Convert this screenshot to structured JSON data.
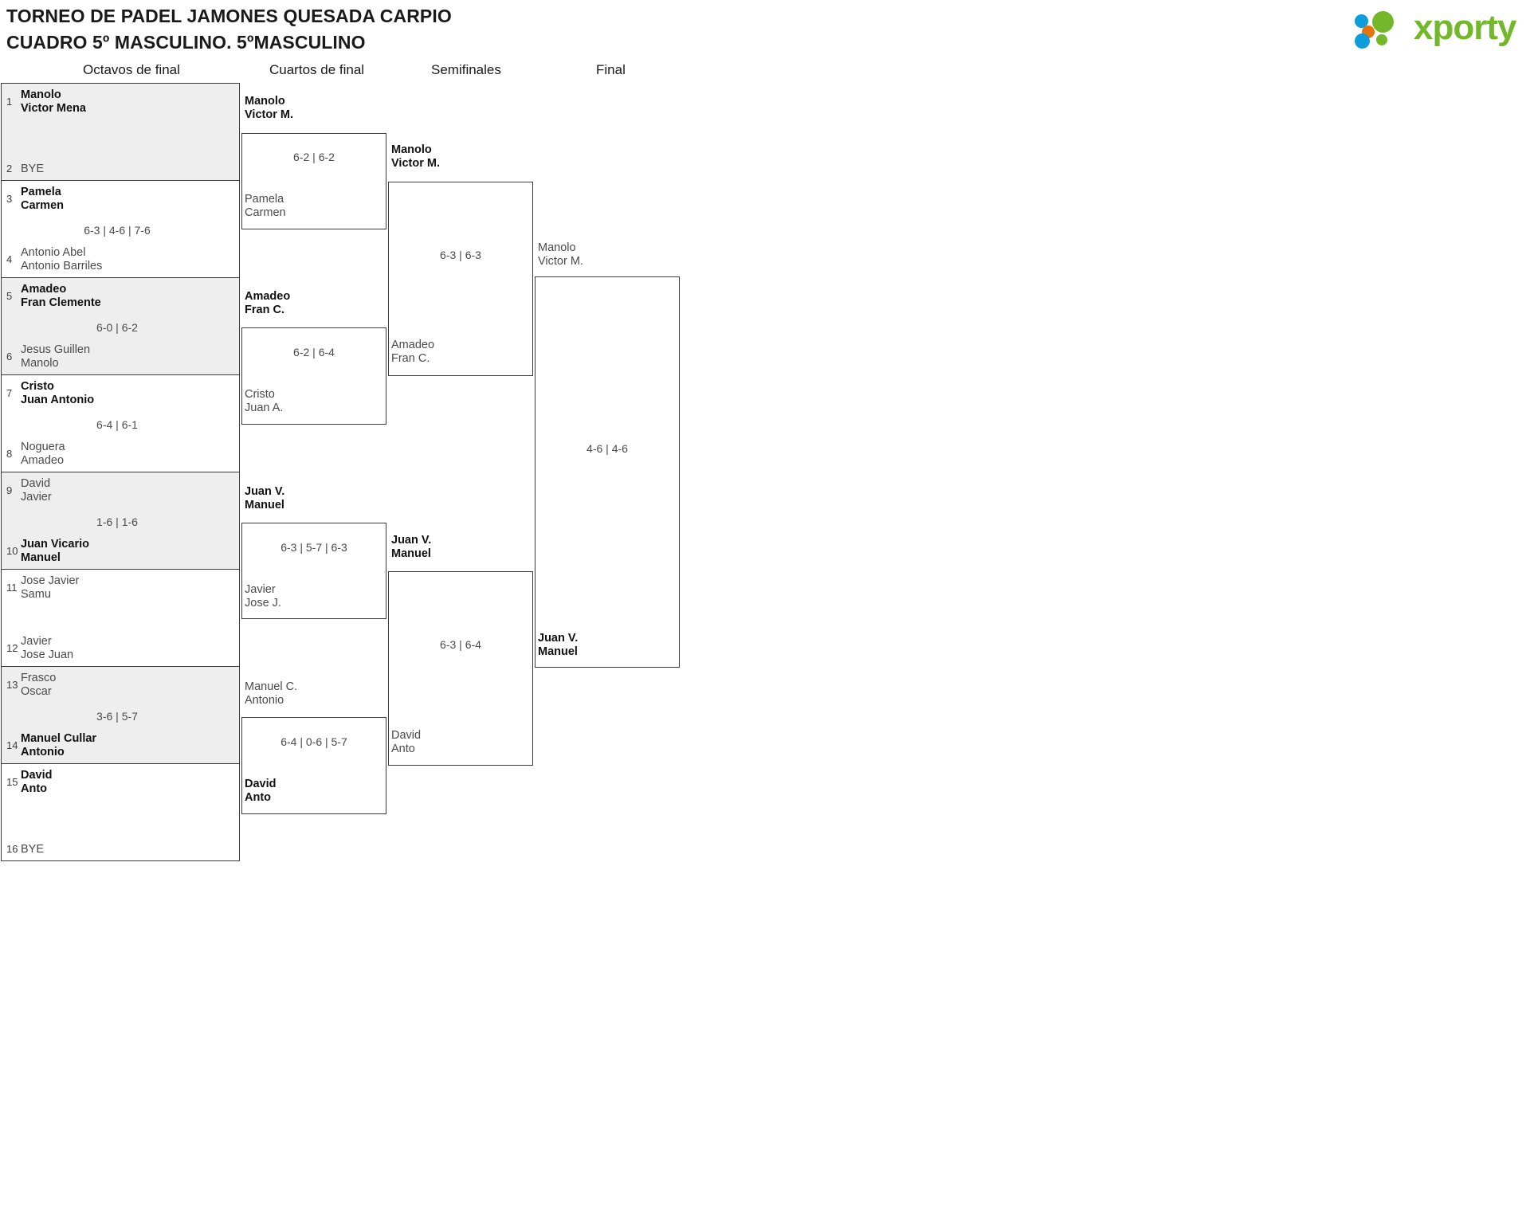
{
  "header": {
    "title_line1": "TORNEO DE PADEL JAMONES QUESADA CARPIO",
    "title_line2": "CUADRO 5º MASCULINO. 5ºMASCULINO",
    "logo_word": "xporty",
    "logo_colors": {
      "green": "#73b72a",
      "blue": "#0d9ddb",
      "orange": "#e8730c"
    }
  },
  "rounds": [
    {
      "id": "octavos",
      "label": "Octavos de final"
    },
    {
      "id": "cuartos",
      "label": "Cuartos de final"
    },
    {
      "id": "semis",
      "label": "Semifinales"
    },
    {
      "id": "final",
      "label": "Final"
    }
  ],
  "bracket_data": {
    "type": "single-elimination",
    "size": 16,
    "round1": [
      {
        "seed_top": "1",
        "top_l1": "Manolo",
        "top_l2": "Victor Mena",
        "top_win": true,
        "seed_bot": "2",
        "bot_l1": "BYE",
        "bot_l2": "",
        "bot_win": false,
        "score": ""
      },
      {
        "seed_top": "3",
        "top_l1": "Pamela",
        "top_l2": "Carmen",
        "top_win": true,
        "seed_bot": "4",
        "bot_l1": "Antonio Abel",
        "bot_l2": "Antonio Barriles",
        "bot_win": false,
        "score": "6-3 | 4-6 | 7-6"
      },
      {
        "seed_top": "5",
        "top_l1": "Amadeo",
        "top_l2": "Fran Clemente",
        "top_win": true,
        "seed_bot": "6",
        "bot_l1": "Jesus Guillen",
        "bot_l2": "Manolo",
        "bot_win": false,
        "score": "6-0 | 6-2"
      },
      {
        "seed_top": "7",
        "top_l1": "Cristo",
        "top_l2": "Juan Antonio",
        "top_win": true,
        "seed_bot": "8",
        "bot_l1": "Noguera",
        "bot_l2": "Amadeo",
        "bot_win": false,
        "score": "6-4 | 6-1"
      },
      {
        "seed_top": "9",
        "top_l1": "David",
        "top_l2": "Javier",
        "top_win": false,
        "seed_bot": "10",
        "bot_l1": "Juan Vicario",
        "bot_l2": "Manuel",
        "bot_win": true,
        "score": "1-6 | 1-6"
      },
      {
        "seed_top": "11",
        "top_l1": "Jose Javier",
        "top_l2": "Samu",
        "top_win": false,
        "seed_bot": "12",
        "bot_l1": "Javier",
        "bot_l2": "Jose Juan",
        "bot_win": false,
        "score": ""
      },
      {
        "seed_top": "13",
        "top_l1": "Frasco",
        "top_l2": "Oscar",
        "top_win": false,
        "seed_bot": "14",
        "bot_l1": "Manuel Cullar",
        "bot_l2": "Antonio",
        "bot_win": true,
        "score": "3-6 | 5-7"
      },
      {
        "seed_top": "15",
        "top_l1": "David",
        "top_l2": "Anto",
        "top_win": true,
        "seed_bot": "16",
        "bot_l1": "BYE",
        "bot_l2": "",
        "bot_win": false,
        "score": ""
      }
    ],
    "round2": [
      {
        "top_l1": "Manolo",
        "top_l2": "Victor M.",
        "top_win": true,
        "bot_l1": "Pamela",
        "bot_l2": "Carmen",
        "bot_win": false,
        "score": "6-2 | 6-2"
      },
      {
        "top_l1": "Amadeo",
        "top_l2": "Fran C.",
        "top_win": true,
        "bot_l1": "Cristo",
        "bot_l2": "Juan A.",
        "bot_win": false,
        "score": "6-2 | 6-4"
      },
      {
        "top_l1": "Juan V.",
        "top_l2": "Manuel",
        "top_win": true,
        "bot_l1": "Javier",
        "bot_l2": "Jose J.",
        "bot_win": false,
        "score": "6-3 | 5-7 | 6-3"
      },
      {
        "top_l1": "Manuel C.",
        "top_l2": "Antonio",
        "top_win": false,
        "bot_l1": "David",
        "bot_l2": "Anto",
        "bot_win": true,
        "score": "6-4 | 0-6 | 5-7"
      }
    ],
    "round3": [
      {
        "top_l1": "Manolo",
        "top_l2": "Victor M.",
        "top_win": true,
        "bot_l1": "Amadeo",
        "bot_l2": "Fran C.",
        "bot_win": false,
        "score": "6-3 | 6-3"
      },
      {
        "top_l1": "Juan V.",
        "top_l2": "Manuel",
        "top_win": true,
        "bot_l1": "David",
        "bot_l2": "Anto",
        "bot_win": false,
        "score": "6-3 | 6-4"
      }
    ],
    "round4": [
      {
        "top_l1": "Manolo",
        "top_l2": "Victor M.",
        "top_win": false,
        "bot_l1": "Juan V.",
        "bot_l2": "Manuel",
        "bot_win": true,
        "score": "4-6 | 4-6"
      }
    ]
  }
}
